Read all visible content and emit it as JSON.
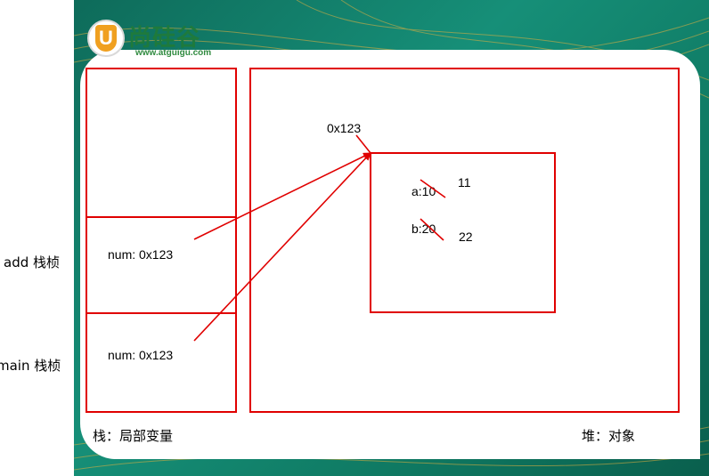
{
  "brand": {
    "name": "尚硅谷",
    "letter": "U",
    "url": "www.atguigu.com"
  },
  "labels": {
    "add_frame": "add 栈桢",
    "main_frame": "main 栈桢",
    "stack_caption": "栈：局部变量",
    "heap_caption": "堆：对象"
  },
  "stack": {
    "add_var": "num:  0x123",
    "main_var": "num:  0x123"
  },
  "heap": {
    "address": "0x123",
    "field_a_old": "a:10",
    "field_a_new": "11",
    "field_b_old": "b:20",
    "field_b_new": "22"
  },
  "colors": {
    "accent": "#e00000",
    "slide_green": "#168f78",
    "logo_orange": "#f0a020"
  }
}
